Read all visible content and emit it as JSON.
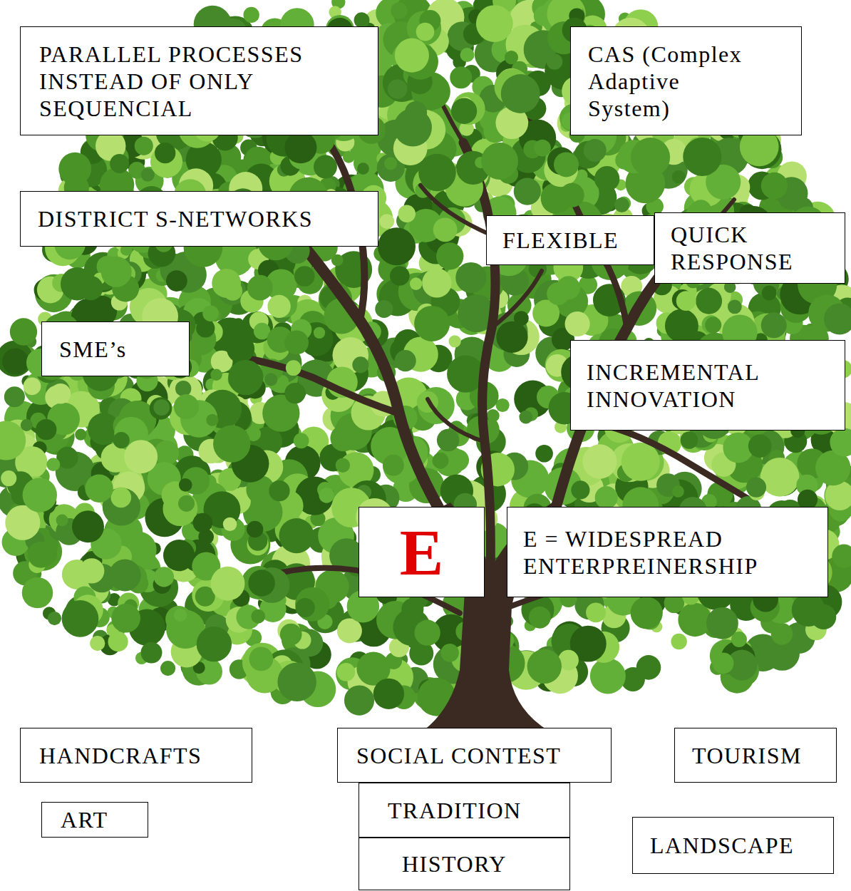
{
  "diagram": {
    "nodes": [
      {
        "text": [
          "PARALLEL PROCESSES INSTEAD OF ONLY SEQUENCIAL"
        ]
      },
      {
        "text": [
          "CAS (Complex Adaptive System)"
        ]
      },
      {
        "text": [
          "DISTRICT S-NETWORKS"
        ]
      },
      {
        "text": [
          "FLEXIBLE"
        ]
      },
      {
        "text": [
          "QUICK RESPONSE"
        ]
      },
      {
        "text": [
          "SME’s"
        ]
      },
      {
        "text": [
          "INCREMENTAL INNOVATION"
        ]
      },
      {
        "text": [
          "E"
        ]
      },
      {
        "text": [
          "E = WIDESPREAD ENTERPREINERSHIP"
        ]
      },
      {
        "text": [
          "HANDCRAFTS"
        ]
      },
      {
        "text": [
          "SOCIAL CONTEST"
        ]
      },
      {
        "text": [
          "TOURISM"
        ]
      },
      {
        "text": [
          "TRADITION"
        ]
      },
      {
        "text": [
          "ART"
        ]
      },
      {
        "text": [
          "HISTORY"
        ]
      },
      {
        "text": [
          "LANDSCAPE"
        ]
      }
    ]
  }
}
